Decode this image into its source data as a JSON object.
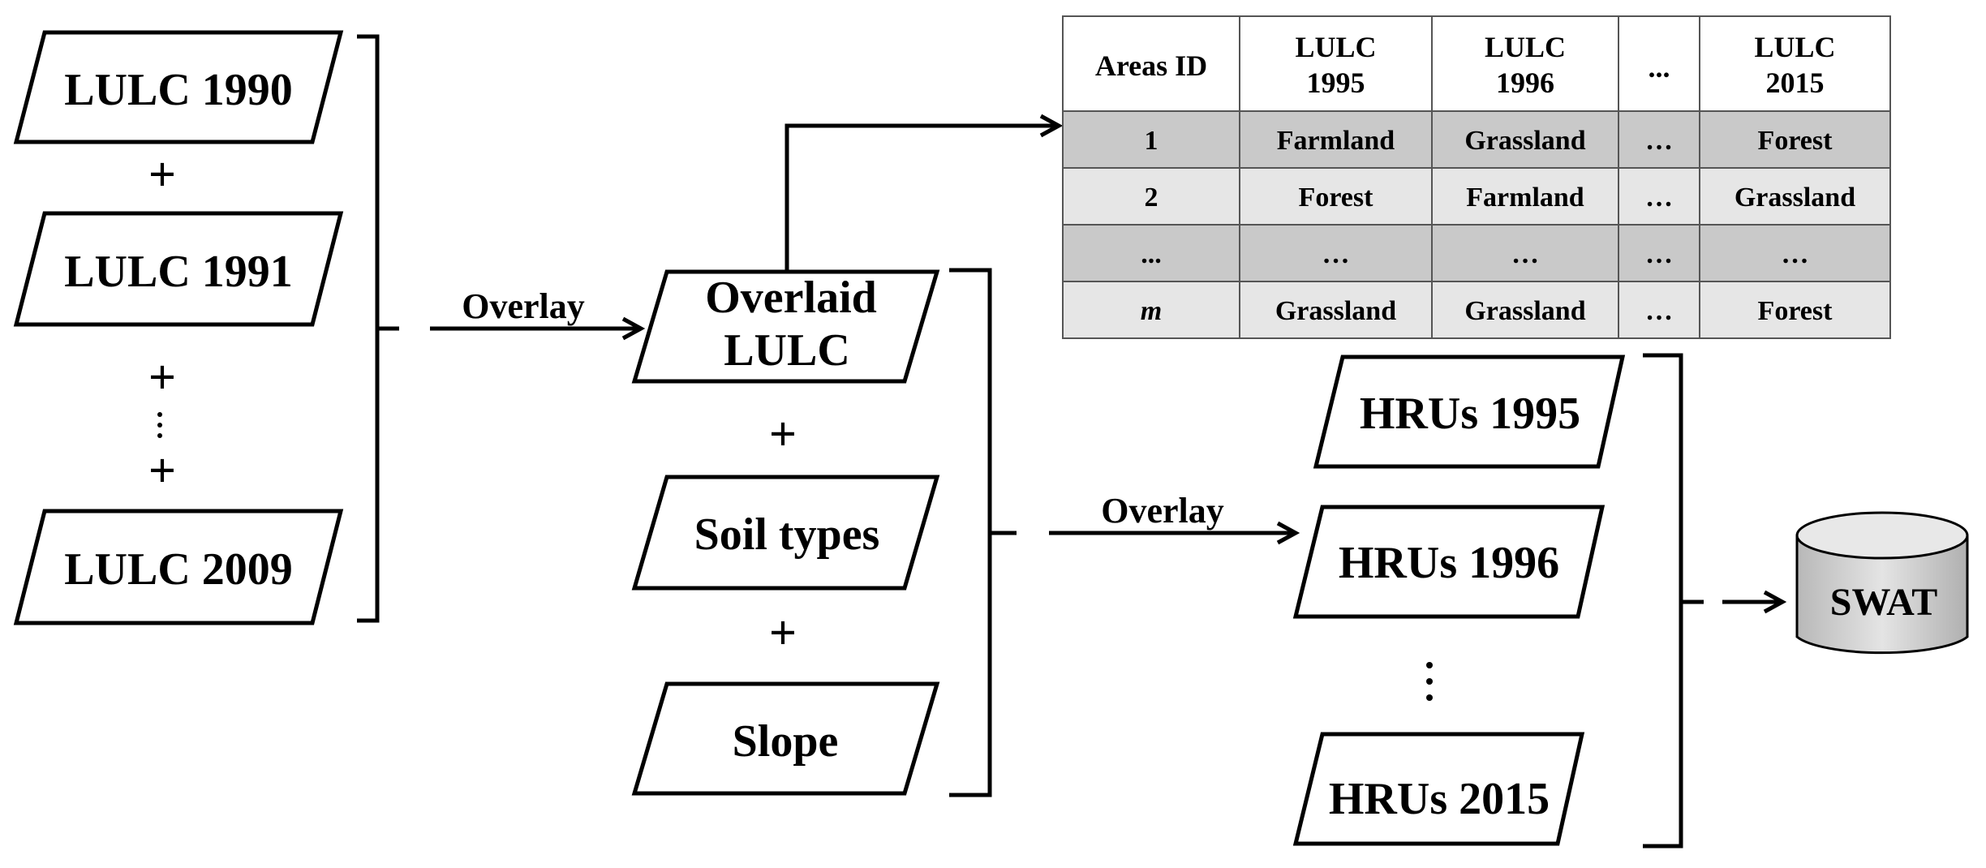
{
  "inputs": {
    "lulc_1990": "LULC 1990",
    "lulc_1991": "LULC 1991",
    "lulc_2009": "LULC 2009",
    "plus": "+",
    "ellipsis": "⋮"
  },
  "overlay_label": "Overlay",
  "overlaid": {
    "line1": "Overlaid",
    "line2": "LULC"
  },
  "soil_types": "Soil types",
  "slope": "Slope",
  "hrus": {
    "hrus_1995": "HRUs 1995",
    "hrus_1996": "HRUs 1996",
    "hrus_2015": "HRUs 2015",
    "ellipsis": "⋮"
  },
  "swat": "SWAT",
  "table": {
    "headers": [
      [
        "Areas ID"
      ],
      [
        "LULC",
        "1995"
      ],
      [
        "LULC",
        "1996"
      ],
      [
        "..."
      ],
      [
        "LULC",
        "2015"
      ]
    ],
    "rows": [
      [
        "1",
        "Farmland",
        "Grassland",
        "…",
        "Forest"
      ],
      [
        "2",
        "Forest",
        "Farmland",
        "…",
        "Grassland"
      ],
      [
        "...",
        "…",
        "…",
        "…",
        "…"
      ],
      [
        "m",
        "Grassland",
        "Grassland",
        "…",
        "Forest"
      ]
    ],
    "row_shading": [
      "shaded",
      "light",
      "shaded",
      "light"
    ],
    "colors": {
      "shaded": "#c9c9c9",
      "light": "#e6e6e6",
      "header": "#ffffff"
    }
  }
}
